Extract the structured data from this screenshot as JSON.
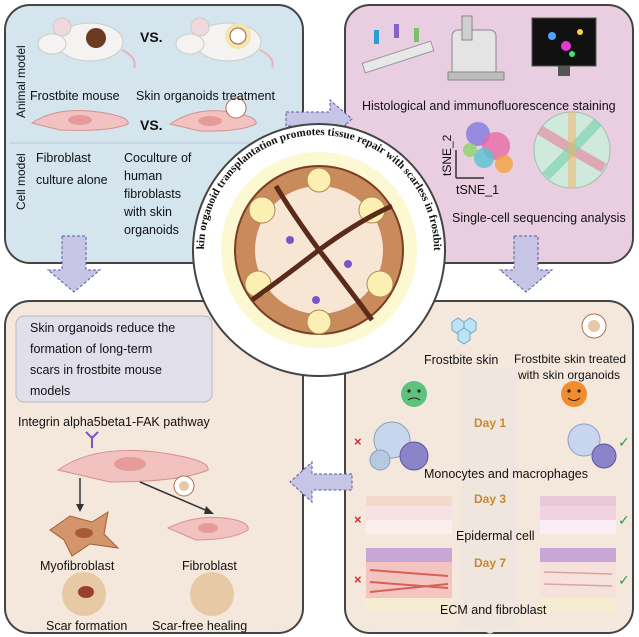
{
  "center": {
    "title": "Skin organoid transplantation promotes tissue repair with scarless in frostbite"
  },
  "top_left": {
    "side_label_animal": "Animal model",
    "side_label_cell": "Cell model",
    "vs1": "VS.",
    "vs2": "VS.",
    "frostbite_mouse": "Frostbite mouse",
    "organoid_treatment": "Skin organoids treatment",
    "fibroblast_line1": "Fibroblast",
    "fibroblast_line2": "culture alone",
    "coculture_lines": [
      "Coculture of",
      "human",
      "fibroblasts",
      "with skin",
      "organoids"
    ]
  },
  "top_right": {
    "histology": "Histological and immunofluorescence staining",
    "tsne2": "tSNE_2",
    "tsne1": "tSNE_1",
    "single_cell": "Single-cell sequencing analysis"
  },
  "bottom_left": {
    "summary_lines": [
      "Skin organoids reduce the",
      "formation of long-term",
      "scars in frostbite mouse",
      "models"
    ],
    "pathway": "Integrin alpha5beta1-FAK pathway",
    "myofibroblast": "Myofibroblast",
    "fibroblast": "Fibroblast",
    "scar": "Scar formation",
    "scar_free": "Scar-free healing"
  },
  "bottom_right": {
    "frostbite_skin": "Frostbite skin",
    "treated_line1": "Frostbite skin treated",
    "treated_line2": "with skin organoids",
    "day1": "Day 1",
    "day3": "Day 3",
    "day7": "Day 7",
    "monocytes": "Monocytes and macrophages",
    "epidermal": "Epidermal cell",
    "ecm": "ECM and fibroblast",
    "x_mark": "×",
    "check_mark": "✓"
  },
  "colors": {
    "animal_panel": "#d4e5ee",
    "analysis_panel": "#e9cde0",
    "results_panel": "#f4e8dc",
    "arrow_fill": "#c7c5e6",
    "day_label": "#c98a2c"
  }
}
